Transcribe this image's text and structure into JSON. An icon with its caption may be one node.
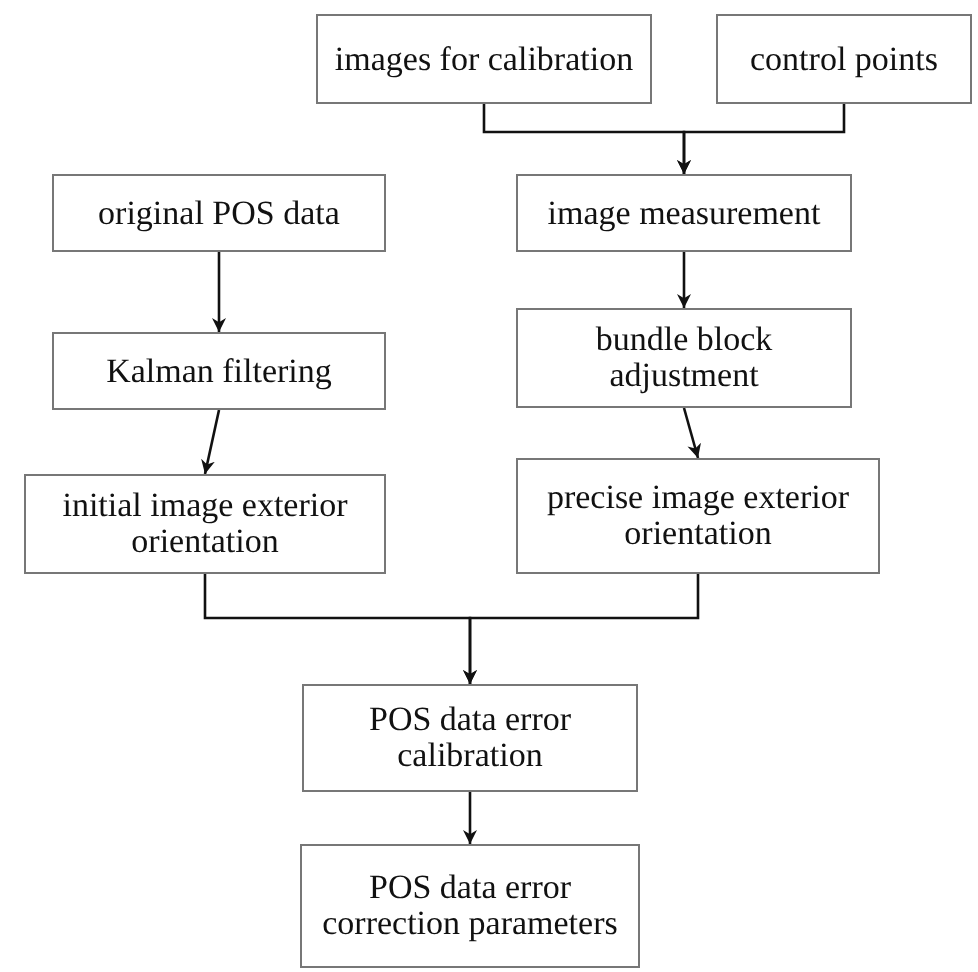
{
  "diagram": {
    "nodes": [
      {
        "text": [
          "images for calibration"
        ]
      },
      {
        "text": [
          "control points"
        ]
      },
      {
        "text": [
          "original POS data"
        ]
      },
      {
        "text": [
          "image measurement"
        ]
      },
      {
        "text": [
          "Kalman filtering"
        ]
      },
      {
        "text": [
          "bundle block adjustment"
        ]
      },
      {
        "text": [
          "initial image exterior orientation"
        ]
      },
      {
        "text": [
          "precise image exterior orientation"
        ]
      },
      {
        "text": [
          "POS data error calibration"
        ]
      },
      {
        "text": [
          "POS data error correction parameters"
        ]
      }
    ],
    "edges": [
      {
        "from": 0,
        "to": 3,
        "arrow": "to"
      },
      {
        "from": 1,
        "to": 3,
        "arrow": "to"
      },
      {
        "from": 2,
        "to": 4,
        "arrow": "to"
      },
      {
        "from": 3,
        "to": 5,
        "arrow": "to"
      },
      {
        "from": 4,
        "to": 6,
        "arrow": "to"
      },
      {
        "from": 5,
        "to": 7,
        "arrow": "to"
      },
      {
        "from": 6,
        "to": 8,
        "arrow": "to"
      },
      {
        "from": 7,
        "to": 8,
        "arrow": "to"
      },
      {
        "from": 8,
        "to": 9,
        "arrow": "to"
      }
    ]
  }
}
